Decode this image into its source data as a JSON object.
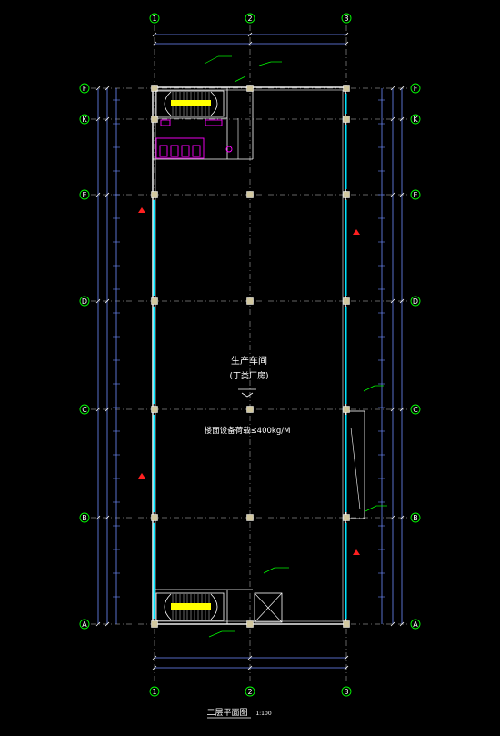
{
  "grid_columns": [
    "1",
    "2",
    "3"
  ],
  "grid_rows": [
    "F",
    "K",
    "E",
    "D",
    "C",
    "B",
    "A"
  ],
  "labels": {
    "room_name": "生产车间",
    "room_type": "(丁类厂房)",
    "floor_load": "楼面设备荷载≤400kg/M",
    "drawing_title": "二层平面图",
    "scale": "1:100"
  },
  "colors": {
    "background": "#000000",
    "axis_line": "#00ff00",
    "grid_line": "#c8c8c8",
    "wall": "#ffffff",
    "glazing": "#00e5ff",
    "stair_tread": "#ffff00",
    "fixture": "#ff00ff",
    "dimension": "#6f8cff",
    "marker": "#ff2020"
  }
}
